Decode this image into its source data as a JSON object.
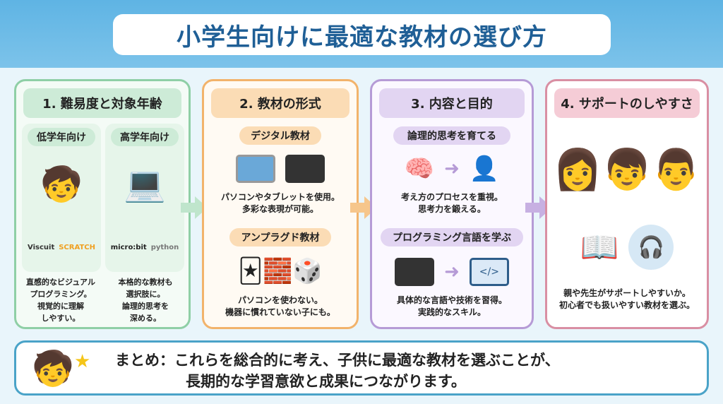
{
  "title": "小学生向けに最適な教材の選び方",
  "cards": [
    {
      "heading": "1. 難易度と対象年齢",
      "columns": [
        {
          "label": "低学年向け",
          "logos": [
            "Viscuit",
            "SCRATCH"
          ],
          "text": [
            "直感的なビジュアル",
            "プログラミング。",
            "視覚的に理解",
            "しやすい。"
          ]
        },
        {
          "label": "高学年向け",
          "logos": [
            "micro:bit",
            "python"
          ],
          "text": [
            "本格的な教材も",
            "選択肢に。",
            "論理的思考を",
            "深める。"
          ]
        }
      ]
    },
    {
      "heading": "2. 教材の形式",
      "sections": [
        {
          "label": "デジタル教材",
          "text": [
            "パソコンやタブレットを使用。",
            "多彩な表現が可能。"
          ]
        },
        {
          "label": "アンプラグド教材",
          "text": [
            "パソコンを使わない。",
            "機器に慣れていない子にも。"
          ]
        }
      ]
    },
    {
      "heading": "3. 内容と目的",
      "sections": [
        {
          "label": "論理的思考を育てる",
          "text": [
            "考え方のプロセスを重視。",
            "思考力を鍛える。"
          ]
        },
        {
          "label": "プログラミング言語を学ぶ",
          "text": [
            "具体的な言語や技術を習得。",
            "実践的なスキル。"
          ]
        }
      ]
    },
    {
      "heading": "4. サポートのしやすさ",
      "text": [
        "親や先生がサポートしやすいか。",
        "初心者でも扱いやすい教材を選ぶ。"
      ]
    }
  ],
  "summary": [
    "まとめ：これらを総合的に考え、子供に最適な教材を選ぶことが、",
    "長期的な学習意欲と成果につながります。"
  ],
  "colors": {
    "green": "#8fcfa6",
    "orange": "#f2b36b",
    "purple": "#b69bd6",
    "pink": "#d98fa3",
    "blue": "#4aa3c8"
  }
}
